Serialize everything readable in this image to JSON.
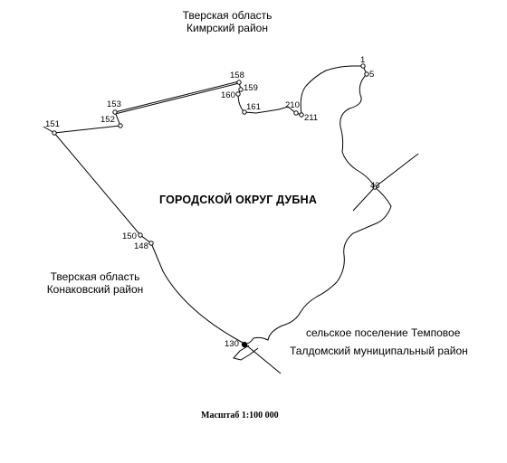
{
  "regions": {
    "north": {
      "line1": "Тверская область",
      "line2": "Кимрский район"
    },
    "west": {
      "line1": "Тверская область",
      "line2": "Конаковский район"
    },
    "southeast": {
      "line1": "сельское поселение Темповое",
      "line2": "Талдомский муниципальный район"
    }
  },
  "district_title": "ГОРОДСКОЙ ОКРУГ ДУБНА",
  "scale_label": "Масштаб 1:100 000",
  "points": {
    "p1": "1",
    "p5": "5",
    "p43": "43",
    "p130": "130",
    "p148": "148",
    "p150": "150",
    "p151": "151",
    "p152": "152",
    "p153": "153",
    "p158": "158",
    "p159": "159",
    "p160": "160",
    "p161": "161",
    "p210": "210",
    "p211": "211"
  },
  "colors": {
    "line": "#000000",
    "background": "#ffffff"
  }
}
